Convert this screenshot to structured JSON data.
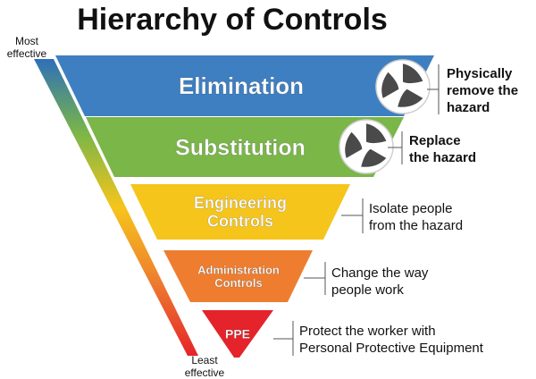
{
  "title": "Hierarchy of Controls",
  "scale": {
    "top_label_line1": "Most",
    "top_label_line2": "effective",
    "bottom_label_line1": "Least",
    "bottom_label_line2": "effective"
  },
  "levels": [
    {
      "label_lines": [
        "Elimination"
      ],
      "color": "#3e7fc1",
      "text_color": "#ffffff",
      "icon": "propeller-icon",
      "description_lines": [
        "Physically",
        "remove the",
        "hazard"
      ],
      "description_weight": "bold"
    },
    {
      "label_lines": [
        "Substitution"
      ],
      "color": "#7ab648",
      "text_color": "#ffffff",
      "icon": "propeller-icon",
      "description_lines": [
        "Replace",
        "the hazard"
      ],
      "description_weight": "bold"
    },
    {
      "label_lines": [
        "Engineering",
        "Controls"
      ],
      "color": "#f6c51c",
      "text_color": "#ffffff",
      "icon": "",
      "description_lines": [
        "Isolate people",
        "from the hazard"
      ],
      "description_weight": "regular"
    },
    {
      "label_lines": [
        "Administration",
        "Controls"
      ],
      "color": "#ee7d2f",
      "text_color": "#ffffff",
      "icon": "",
      "description_lines": [
        "Change the way",
        "people work"
      ],
      "description_weight": "regular"
    },
    {
      "label_lines": [
        "PPE"
      ],
      "color": "#e5232b",
      "text_color": "#ffffff",
      "icon": "",
      "description_lines": [
        "Protect the worker with",
        "Personal Protective Equipment"
      ],
      "description_weight": "regular"
    }
  ],
  "arrow_gradient": [
    "#2f6fb8",
    "#7ab648",
    "#f6c51c",
    "#ee7d2f",
    "#e5232b"
  ]
}
